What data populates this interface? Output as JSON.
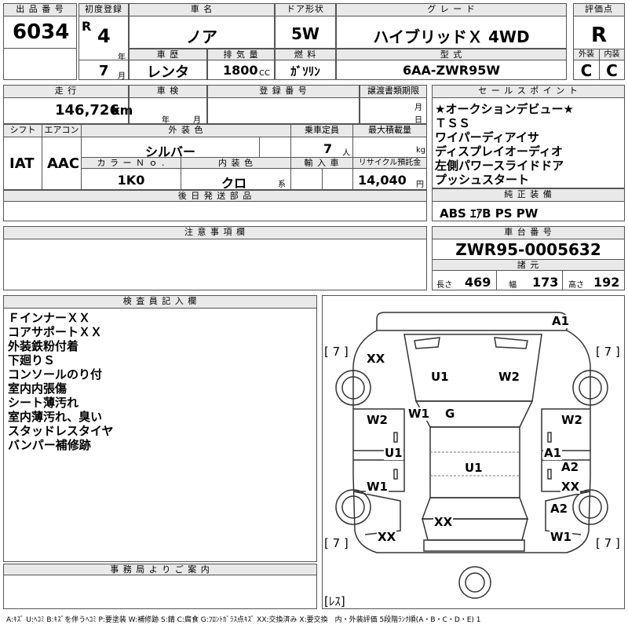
{
  "headers": {
    "lot_no": "出 品 番 号",
    "first_reg": "初度登録",
    "car_name": "車 名",
    "doors": "ドア形状",
    "grade": "グ レ ー ド",
    "score": "評価点",
    "history": "車 歴",
    "displacement": "排 気 量",
    "fuel": "燃 料",
    "model": "型 式",
    "ext": "外装",
    "int": "内装",
    "mileage": "走 行",
    "inspection": "車 検",
    "reg_no": "登 録 番 号",
    "transfer_deadline": "譲渡書類期限",
    "sales_points": "セ ー ル ス ポ イ ン ト",
    "shift": "シフト",
    "aircon": "エアコン",
    "ext_color": "外 装 色",
    "capacity": "乗車定員",
    "max_load": "最大積載量",
    "color_no": "カ ラ ー Ｎ ｏ .",
    "int_color": "内 装 色",
    "import": "輸 入 車",
    "recycle": "リサイクル預託金",
    "later_parts": "後 日 発 送 部 品",
    "std_equipment": "純 正 装 備",
    "notes": "注 意 事 項 欄",
    "chassis_no": "車 台 番 号",
    "specs": "諸 元",
    "inspector": "検 査 員 記 入 欄",
    "office": "事 務 局 よ り ご 案 内"
  },
  "lot_no": "6034",
  "era": "R",
  "year": "4",
  "year_unit": "年",
  "month": "7",
  "month_unit": "月",
  "car_name": "ノア",
  "doors": "5W",
  "grade": "ハイブリッドＸ 4WD",
  "score": "R",
  "history": "レンタ",
  "displacement": "1800",
  "displacement_unit": "CC",
  "fuel": "ｶﾞｿﾘﾝ",
  "model": "6AA-ZWR95W",
  "ext_grade": "C",
  "int_grade": "C",
  "mileage": "146,726",
  "mileage_unit": "km",
  "insp_year_unit": "年",
  "insp_month_unit": "月",
  "deadline_month_unit": "月",
  "deadline_day_unit": "日",
  "sales_points": [
    "★オークションデビュー★",
    "ＴＳＳ",
    "ワイパーディアイサ",
    "ディスプレイオーディオ",
    "左側パワースライドドア",
    "プッシュスタート"
  ],
  "shift": "IAT",
  "aircon": "AAC",
  "ext_color": "シルバー",
  "capacity": "7",
  "capacity_unit": "人",
  "load_unit": "kg",
  "color_no": "1K0",
  "int_color": "クロ",
  "int_color_unit": "系",
  "recycle": "14,040",
  "recycle_unit": "円",
  "std_equipment": "ABS ｴｱB PS PW",
  "chassis_no": "ZWR95-0005632",
  "spec_length_label": "長さ",
  "spec_length": "469",
  "spec_width_label": "幅",
  "spec_width": "173",
  "spec_height_label": "高さ",
  "spec_height": "192",
  "inspector_notes": [
    "ＦインナーＸＸ",
    "コアサポートＸＸ",
    "外装鉄粉付着",
    "下廻りＳ",
    "コンソールのり付",
    "室内内張傷",
    "シート薄汚れ",
    "室内薄汚れ、臭い",
    "スタッドレスタイヤ",
    "バンパー補修跡"
  ],
  "tire_depths": {
    "fl": "[ 7 ]",
    "fr": "[ 7 ]",
    "rl": "[ 7 ]",
    "rr": "[ 7 ]",
    "spare": "[ﾚｽ]"
  },
  "damage": {
    "a1_front": "A1",
    "xx_fl": "XX",
    "u1_hood": "U1",
    "w2_hood": "W2",
    "w1_ws": "W1",
    "g_ws": "G",
    "w2_left": "W2",
    "w2_right": "W2",
    "u1_left": "U1",
    "a1_right": "A1",
    "u1_roof": "U1",
    "a2_right": "A2",
    "w1_left": "W1",
    "xx_right": "XX",
    "xx_rear": "XX",
    "a2_rear": "A2",
    "xx_rl": "XX",
    "w1_rr": "W1"
  },
  "legend": "A:ｷｽﾞ U:ﾍｺﾐ B:ｷｽﾞを伴うﾍｺﾐ P:要塗装 W:補修跡 S:錆 C:腐食 G:ﾌﾛﾝﾄｶﾞﾗｽ点ｷｽﾞ XX:交換済み X:要交換　内・外装評価 5段階ﾗﾝｸ順(A・B・C・D・E) 1"
}
